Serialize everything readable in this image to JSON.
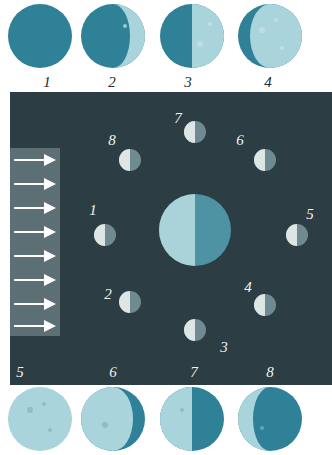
{
  "diagram": {
    "labels": [
      "1",
      "2",
      "3",
      "4",
      "7",
      "8",
      "6",
      "1",
      "5",
      "2",
      "4",
      "3",
      "5",
      "6",
      "7",
      "8"
    ]
  }
}
